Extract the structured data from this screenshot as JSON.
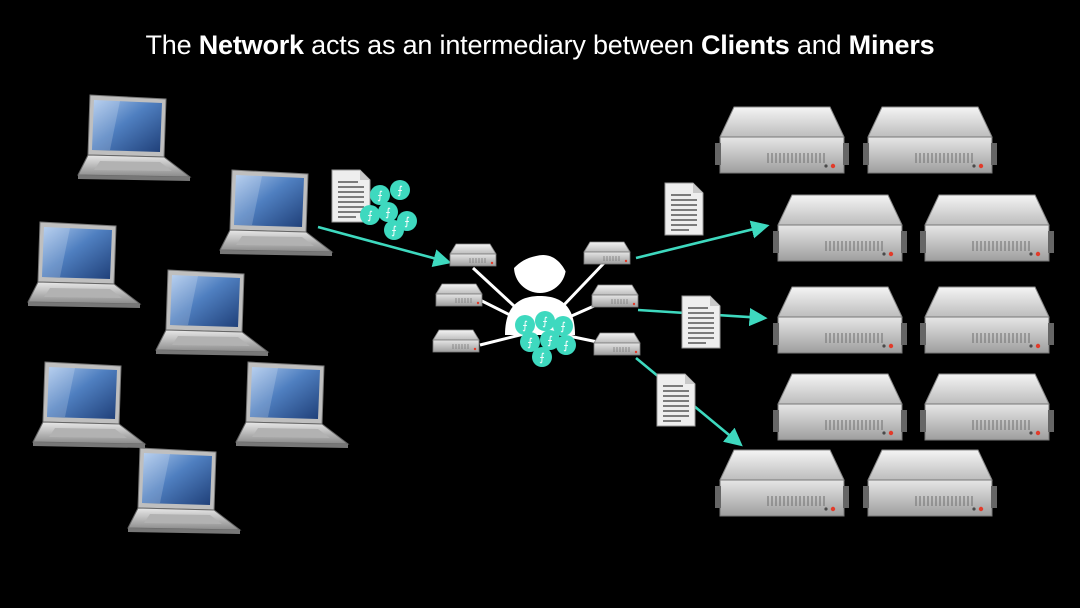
{
  "title": {
    "part1": "The ",
    "bold1": "Network",
    "part2": " acts as an intermediary between ",
    "bold2": "Clients",
    "part3": " and ",
    "bold3": "Miners"
  },
  "token_glyph": "⨍",
  "colors": {
    "background": "#000000",
    "arrow": "#3ed9bf",
    "token": "#3ed9bf",
    "laptop_screen": "#5e86c4",
    "server_body": "#d9d9d9",
    "link": "#ffffff"
  }
}
